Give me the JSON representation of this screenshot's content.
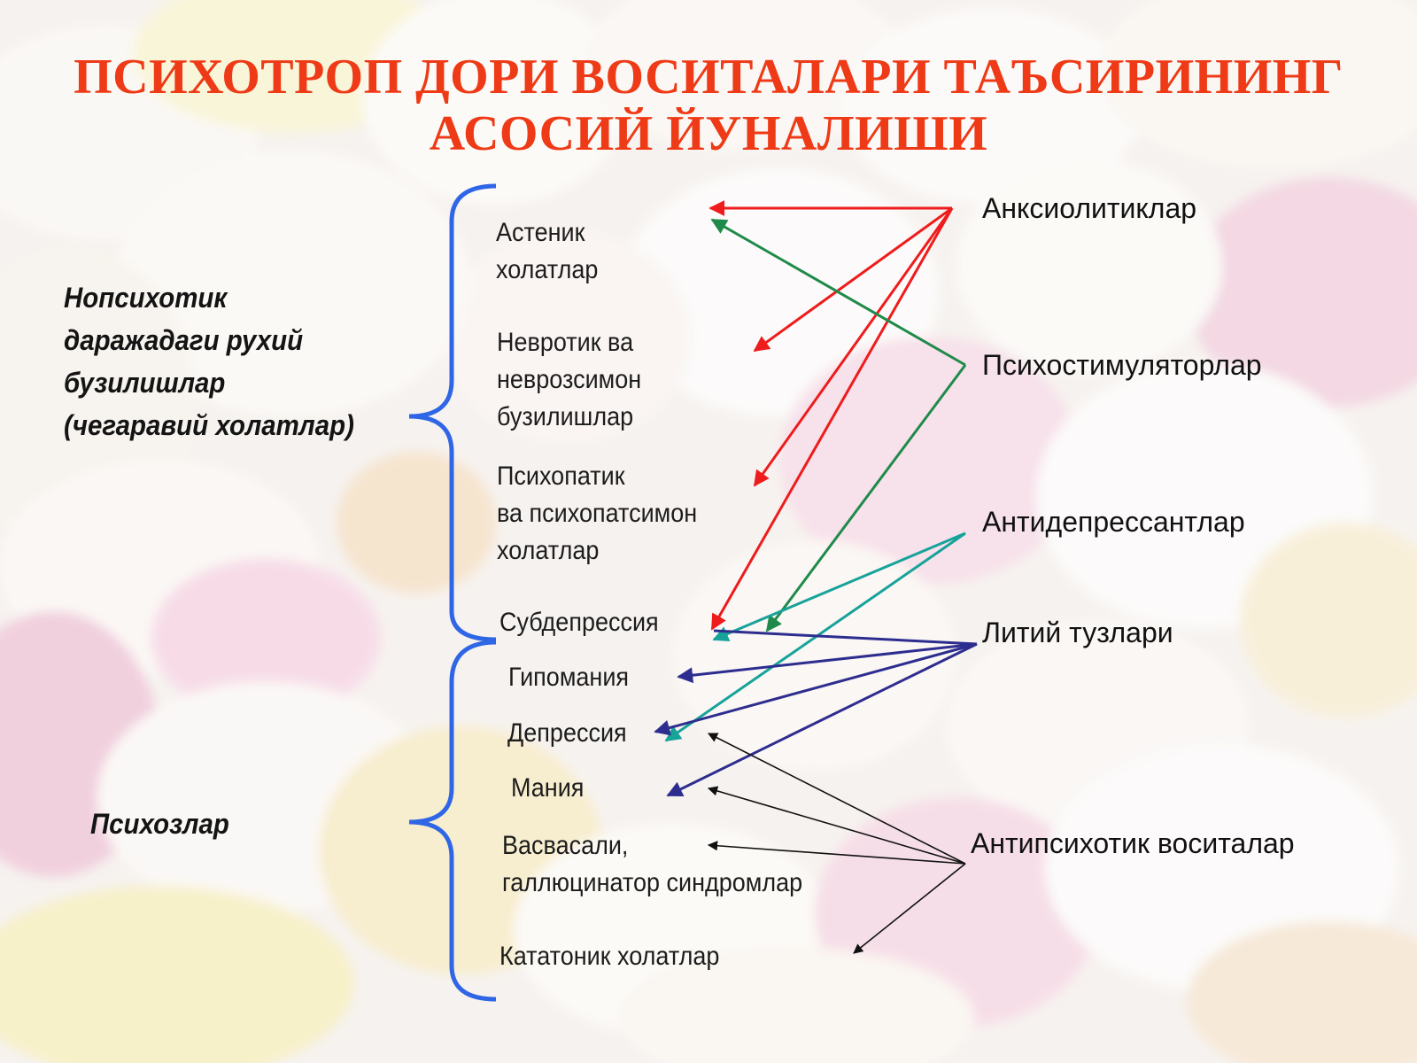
{
  "title": {
    "line1": "ПСИХОТРОП ДОРИ ВОСИТАЛАРИ ТАЪСИРИНИНГ",
    "line2": "АСОСИЙ  ЙУНАЛИШИ"
  },
  "groups": {
    "nonpsychotic": [
      "Нопсихотик",
      "даражадаги  рухий",
      "бузилишлар",
      "(чегаравий холатлар)"
    ],
    "psychoses": "Психозлар"
  },
  "conditions": {
    "asthenic": [
      "Астеник",
      "холатлар"
    ],
    "neurotic": [
      "Невротик ва",
      "неврозсимон",
      "бузилишлар"
    ],
    "psychopathic": [
      "Психопатик",
      "ва психопатсимон",
      "холатлар"
    ],
    "subdepression": "Субдепрессия",
    "hypomania": "Гипомания",
    "depression": "Депрессия",
    "mania": "Мания",
    "delusional": [
      "Васвасали,",
      "галлюцинатор синдромлар"
    ],
    "catatonic": "Кататоник холатлар"
  },
  "drugs": {
    "anxiolytics": "Анксиолитиклар",
    "psychostimulants": "Психостимуляторлар",
    "antidepressants": "Антидепрессантлар",
    "lithium": "Литий тузлари",
    "antipsychotics": "Антипсихотик воситалар"
  },
  "colors": {
    "title": "#ee3a16",
    "brace": "#2f66e6",
    "anxiolytics_arrows": "#ee1c1c",
    "psychostimulants_arrows": "#1f8a4a",
    "antidepressants_arrows": "#17a29a",
    "lithium_arrows": "#2d2d8f",
    "antipsychotics_arrows": "#111111"
  }
}
